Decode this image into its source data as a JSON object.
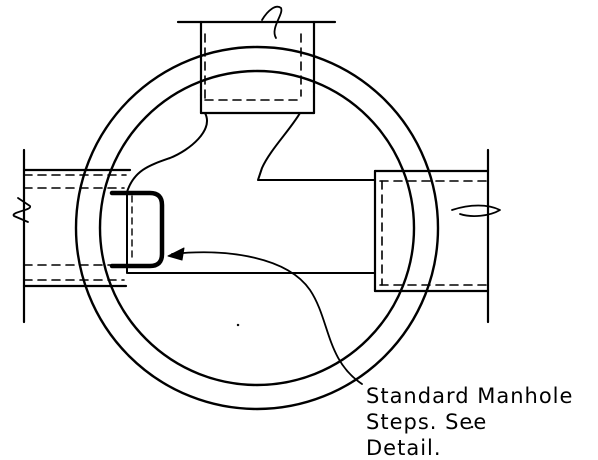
{
  "colors": {
    "line": "#000000",
    "background": "#ffffff"
  },
  "callout": {
    "line1": "Standard Manhole",
    "line2": "Steps. See",
    "line3": "Detail."
  }
}
